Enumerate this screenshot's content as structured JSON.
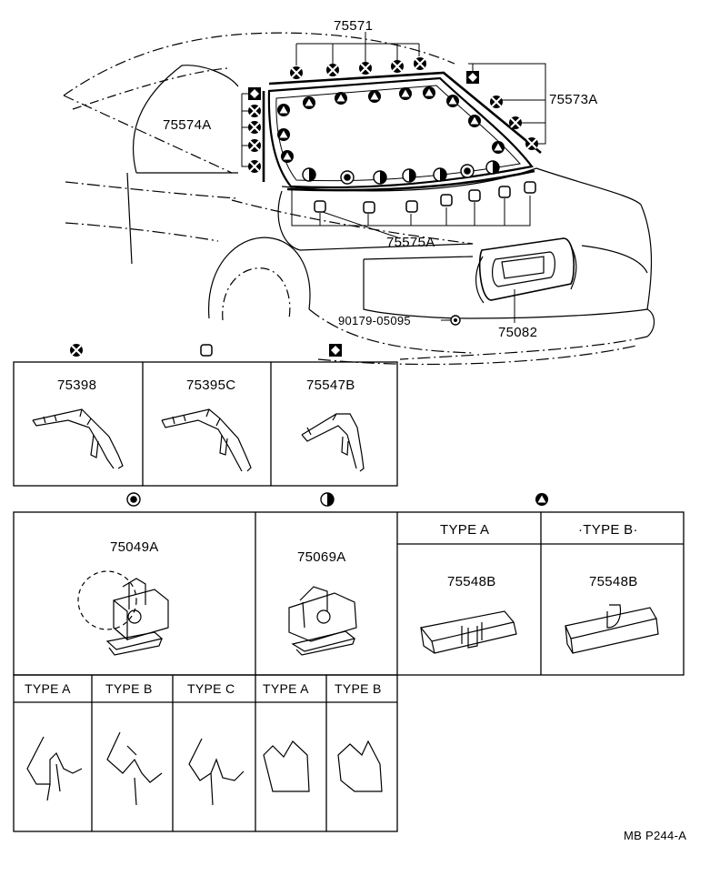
{
  "callouts": {
    "p75571": "75571",
    "p75573A": "75573A",
    "p75574A": "75574A",
    "p75575A": "75575A",
    "p90179": "90179-05095",
    "p75082": "75082"
  },
  "panels": {
    "p75398": "75398",
    "p75395C": "75395C",
    "p75547B": "75547B",
    "p75049A": "75049A",
    "p75069A": "75069A",
    "clip_a_part": "75548B",
    "clip_b_part": "75548B"
  },
  "type_labels": {
    "clip_type_a": "TYPE A",
    "clip_type_b": "·TYPE B·",
    "c1_type_a": "TYPE A",
    "c1_type_b": "TYPE B",
    "c1_type_c": "TYPE C",
    "c2_type_a": "TYPE A",
    "c2_type_b": "TYPE B"
  },
  "diagram_code": "MB P244-A",
  "symbols": {
    "s_75398": "x-cross-circle-icon",
    "s_75395C": "square-clip-icon",
    "s_75547B": "diamond-square-icon",
    "s_75049A": "double-circle-icon",
    "s_75069A": "half-circle-icon",
    "s_75548B": "triangle-circle-icon"
  }
}
